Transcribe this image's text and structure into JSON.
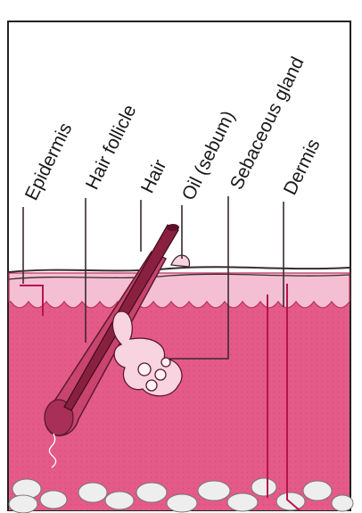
{
  "diagram": {
    "labels": {
      "epidermis": "Epidermis",
      "hair_follicle": "Hair follicle",
      "hair": "Hair",
      "oil": "Oil (sebum)",
      "sebaceous_gland": "Sebaceous gland",
      "dermis": "Dermis"
    },
    "colors": {
      "dermis": "#e45a88",
      "epidermis": "#f4bfd2",
      "surface_line": "#3a2a30",
      "follicle": "#c9446f",
      "hair_shaft": "#8a2040",
      "gland": "#f8d3e0",
      "fat": "#eeeeee",
      "leader": "#3a2a30",
      "vessel": "#b5154d"
    }
  }
}
